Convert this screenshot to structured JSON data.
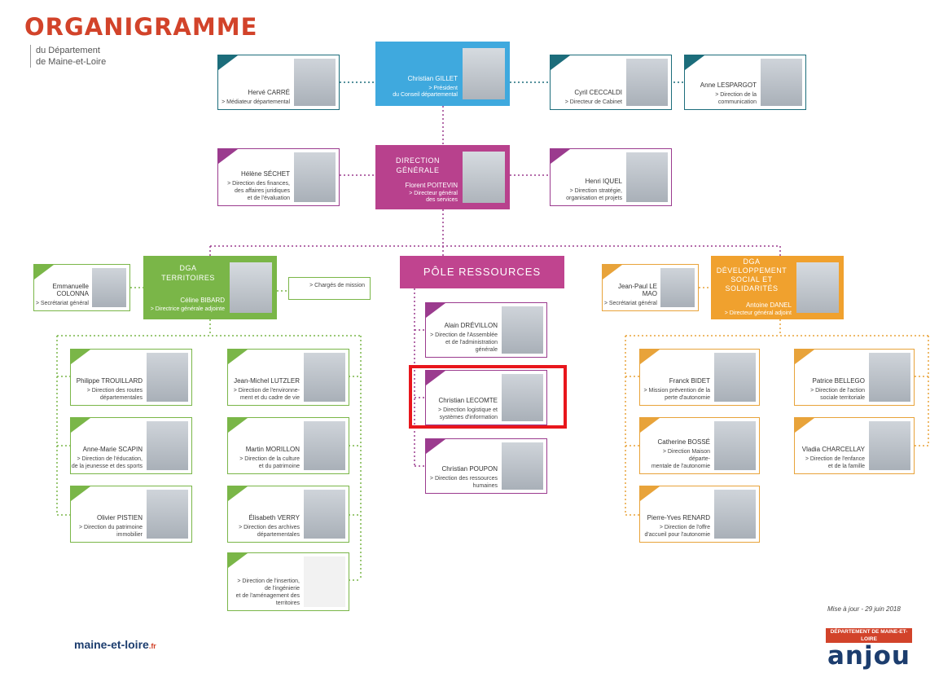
{
  "header": {
    "title": "ORGANIGRAMME",
    "subtitle_line1": "du Département",
    "subtitle_line2": "de Maine-et-Loire"
  },
  "president": {
    "name": "Christian GILLET",
    "desc": "> Président\ndu Conseil départemental"
  },
  "direction_generale": {
    "title": "DIRECTION GÉNÉRALE",
    "name": "Florent POITEVIN",
    "desc": "> Directeur général\ndes services"
  },
  "top_left": {
    "name": "Hervé CARRÉ",
    "desc": "> Médiateur départemental"
  },
  "top_right1": {
    "name": "Cyril CECCALDI",
    "desc": "> Directeur de Cabinet"
  },
  "top_right2": {
    "name": "Anne LESPARGOT",
    "desc": "> Direction de la\ncommunication"
  },
  "dg_left": {
    "name": "Hélène SÉCHET",
    "desc": "> Direction des finances,\ndes affaires juridiques\net de l'évaluation"
  },
  "dg_right": {
    "name": "Henri IQUEL",
    "desc": "> Direction stratégie,\norganisation et projets"
  },
  "dga_territoires": {
    "title_line1": "DGA",
    "title_line2": "TERRITOIRES",
    "name": "Céline BIBARD",
    "desc": "> Directrice générale adjointe"
  },
  "secretariat_territoires": {
    "name": "Emmanuelle COLONNA",
    "desc": "> Secrétariat général"
  },
  "charges_mission": {
    "desc": "> Chargés de mission"
  },
  "territoires_left": [
    {
      "name": "Philippe TROUILLARD",
      "desc": "> Direction des routes\ndépartementales"
    },
    {
      "name": "Anne-Marie SCAPIN",
      "desc": "> Direction de l'éducation,\nde la jeunesse et des sports"
    },
    {
      "name": "Olivier PISTIEN",
      "desc": "> Direction du patrimoine\nimmobilier"
    }
  ],
  "territoires_right": [
    {
      "name": "Jean-Michel LUTZLER",
      "desc": "> Direction de l'environne-\nment et du cadre de vie"
    },
    {
      "name": "Martin MORILLON",
      "desc": "> Direction de la culture\net du patrimoine"
    },
    {
      "name": "Élisabeth VERRY",
      "desc": "> Direction des archives\ndépartementales"
    },
    {
      "name": "",
      "desc": "> Direction de l'insertion,\nde l'ingénierie\net de l'aménagement des\nterritoires"
    }
  ],
  "pole_ressources": {
    "title": "PÔLE RESSOURCES"
  },
  "ressources": [
    {
      "name": "Alain DRÉVILLON",
      "desc": "> Direction de l'Assemblée\net de l'administration\ngénérale"
    },
    {
      "name": "Christian LECOMTE",
      "desc": "> Direction logistique et\nsystèmes d'information"
    },
    {
      "name": "Christian POUPON",
      "desc": "> Direction des ressources\nhumaines"
    }
  ],
  "dga_social": {
    "title_line1": "DGA",
    "title_line2": "DÉVELOPPEMENT",
    "title_line3": "SOCIAL ET",
    "title_line4": "SOLIDARITÉS",
    "name": "Antoine DANEL",
    "desc": "> Directeur général adjoint"
  },
  "secretariat_social": {
    "name": "Jean-Paul LE MAO",
    "desc": "> Secrétariat général"
  },
  "social_left": [
    {
      "name": "Franck BIDET",
      "desc": "> Mission prévention de la\nperte d'autonomie"
    },
    {
      "name": "Catherine BOSSÉ",
      "desc": "> Direction Maison départe-\nmentale de l'autonomie"
    },
    {
      "name": "Pierre-Yves RENARD",
      "desc": "> Direction de l'offre\nd'accueil pour l'autonomie"
    }
  ],
  "social_right": [
    {
      "name": "Patrice BELLEGO",
      "desc": "> Direction de l'action\nsociale territoriale"
    },
    {
      "name": "Vladia CHARCELLAY",
      "desc": "> Direction de l'enfance\net de la famille"
    }
  ],
  "footer": {
    "url_main": "maine-et-loire",
    "url_tld": ".fr",
    "update": "Mise à jour - 29 juin 2018",
    "logo_banner": "DÉPARTEMENT DE MAINE-ET-LOIRE",
    "logo_word": "anjou"
  },
  "colors": {
    "teal": "#1c6d7b",
    "pink": "#9b3b8e",
    "green": "#7ab648",
    "orange": "#e8a33a",
    "brand_red": "#d2432a",
    "highlight": "#e8161c"
  }
}
